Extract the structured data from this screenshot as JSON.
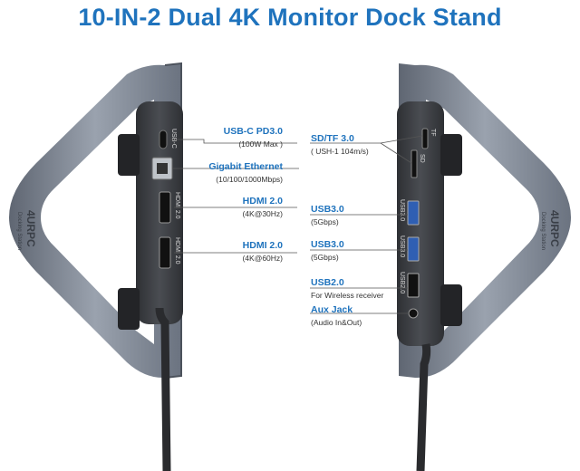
{
  "title": "10-IN-2 Dual 4K Monitor Dock Stand",
  "colors": {
    "accent": "#1f73bd",
    "frame": "#7d8694",
    "hub": "#3a3c40",
    "cable": "#2a2b2e"
  },
  "left_ports": [
    {
      "title": "USB-C PD3.0",
      "sub": "(100W Max )",
      "port_mark": "USB-C"
    },
    {
      "title": "Gigabit Ethernet",
      "sub": "(10/100/1000Mbps)",
      "port_mark": ""
    },
    {
      "title": "HDMI 2.0",
      "sub": "(4K@30Hz)",
      "port_mark": "HDMI 2.0"
    },
    {
      "title": "HDMI 2.0",
      "sub": "(4K@60Hz)",
      "port_mark": "HDMI 2.0"
    }
  ],
  "right_ports": [
    {
      "title": "SD/TF 3.0",
      "sub": "( USH-1 104m/s)",
      "port_mark": "SD"
    },
    {
      "title": "USB3.0",
      "sub": "(5Gbps)",
      "port_mark": "USB3.0"
    },
    {
      "title": "USB3.0",
      "sub": "(5Gbps)",
      "port_mark": "USB3.0"
    },
    {
      "title": "USB2.0",
      "sub": "For Wireless receiver",
      "port_mark": "USB2.0"
    },
    {
      "title": "Aux Jack",
      "sub": "(Audio In&Out)",
      "port_mark": ""
    }
  ],
  "tf_mark": "TF",
  "brand": "4URPC",
  "brand_sub": "Docking Station"
}
